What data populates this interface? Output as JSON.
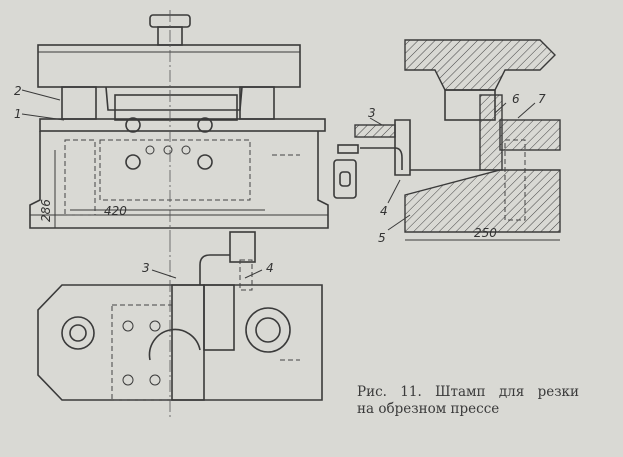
{
  "figure": {
    "caption_line1": "Рис. 11. Штамп для резки",
    "caption_line2": "на обрезном прессе",
    "labels": {
      "front_2": "2",
      "front_1": "1",
      "dim_height": "286",
      "dim_width": "420",
      "side_3": "3",
      "side_6": "6",
      "side_7": "7",
      "side_4": "4",
      "side_5": "5",
      "dim_side": "250",
      "plan_3": "3",
      "plan_4": "4"
    }
  }
}
